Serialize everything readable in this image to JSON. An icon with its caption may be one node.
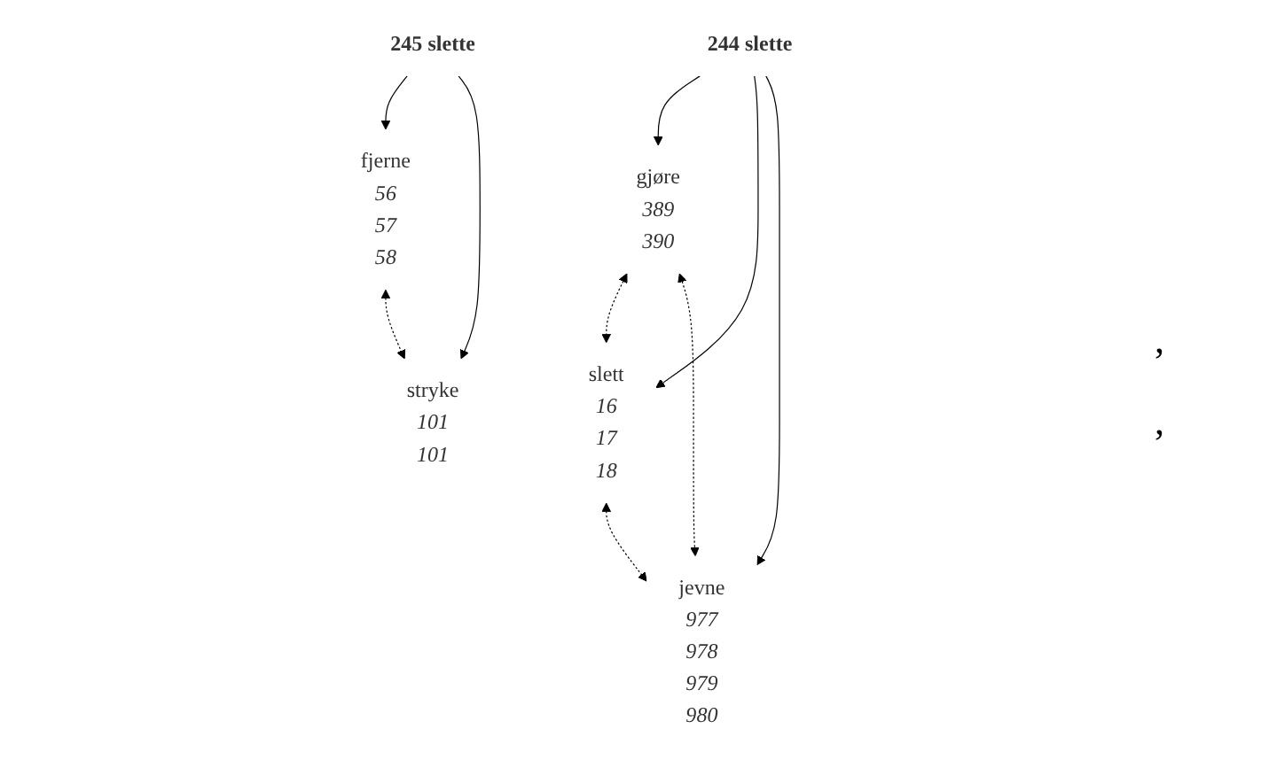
{
  "diagram": {
    "nodes": [
      {
        "text": [
          "244 slette"
        ]
      },
      {
        "text": [
          "gjøre",
          "389",
          "390"
        ]
      },
      {
        "text": [
          "slett",
          "16",
          "17",
          "18"
        ]
      },
      {
        "text": [
          "jevne",
          "977",
          "978",
          "979",
          "980"
        ]
      },
      {
        "text": [
          "245 slette"
        ]
      },
      {
        "text": [
          "fjerne",
          "56",
          "57",
          "58"
        ]
      },
      {
        "text": [
          "stryke",
          "101",
          "101"
        ]
      }
    ],
    "edges": [
      {
        "from": 0,
        "to": 1,
        "arrow": "to"
      },
      {
        "from": 0,
        "to": 2,
        "arrow": "to"
      },
      {
        "from": 0,
        "to": 3,
        "arrow": "to"
      },
      {
        "from": 1,
        "to": 2,
        "arrow": "both",
        "style": "dashed"
      },
      {
        "from": 1,
        "to": 3,
        "arrow": "both",
        "style": "dashed"
      },
      {
        "from": 2,
        "to": 3,
        "arrow": "both",
        "style": "dashed"
      },
      {
        "from": 4,
        "to": 5,
        "arrow": "to"
      },
      {
        "from": 4,
        "to": 6,
        "arrow": "to"
      },
      {
        "from": 5,
        "to": 6,
        "arrow": "both",
        "style": "dashed"
      }
    ],
    "labels": [
      ",",
      ","
    ]
  }
}
